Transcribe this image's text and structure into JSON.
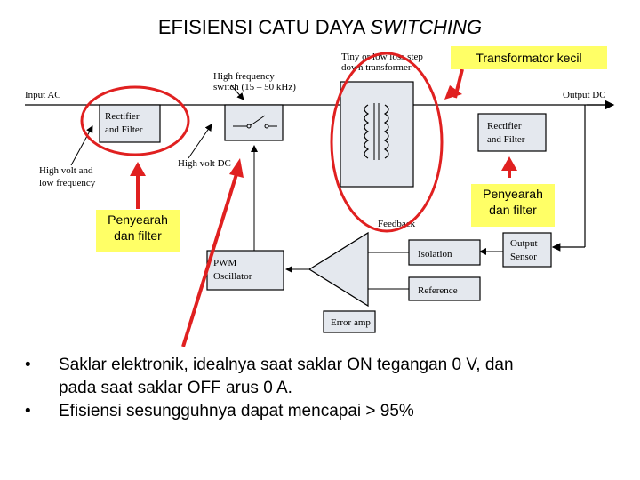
{
  "title": {
    "main": "EFISIENSI CATU DAYA ",
    "italic": "SWITCHING"
  },
  "callouts": {
    "transformer": "Transformator kecil",
    "left_filter_1": "Penyearah",
    "left_filter_2": "dan filter",
    "right_filter_1": "Penyearah",
    "right_filter_2": "dan filter"
  },
  "diagram": {
    "input_ac": "Input AC",
    "output_dc": "Output DC",
    "rectifier1_1": "Rectifier",
    "rectifier1_2": "and Filter",
    "rectifier2_1": "Rectifier",
    "rectifier2_2": "and Filter",
    "hf_switch_1": "High frequency",
    "hf_switch_2": "switch (15 – 50 kHz)",
    "transformer_1": "Tiny or low loss step",
    "transformer_2": "down transformer",
    "high_volt_dc": "High volt DC",
    "high_volt_low_freq_1": "High volt and",
    "high_volt_low_freq_2": "low frequency",
    "feedback": "Feedback",
    "pwm_1": "PWM",
    "pwm_2": "Oscillator",
    "isolation": "Isolation",
    "output_sensor_1": "Output",
    "output_sensor_2": "Sensor",
    "reference": "Reference",
    "error_amp": "Error amp"
  },
  "bullets": [
    "Saklar elektronik, idealnya saat saklar ON tegangan 0 V, dan",
    "pada saat saklar OFF arus 0 A.",
    "Efisiensi sesungguhnya dapat mencapai > 95%"
  ],
  "bullet_symbol": "•",
  "colors": {
    "callout_bg": "#ffff66",
    "arrow": "#e02020",
    "box_fill": "#e4e8ee"
  }
}
